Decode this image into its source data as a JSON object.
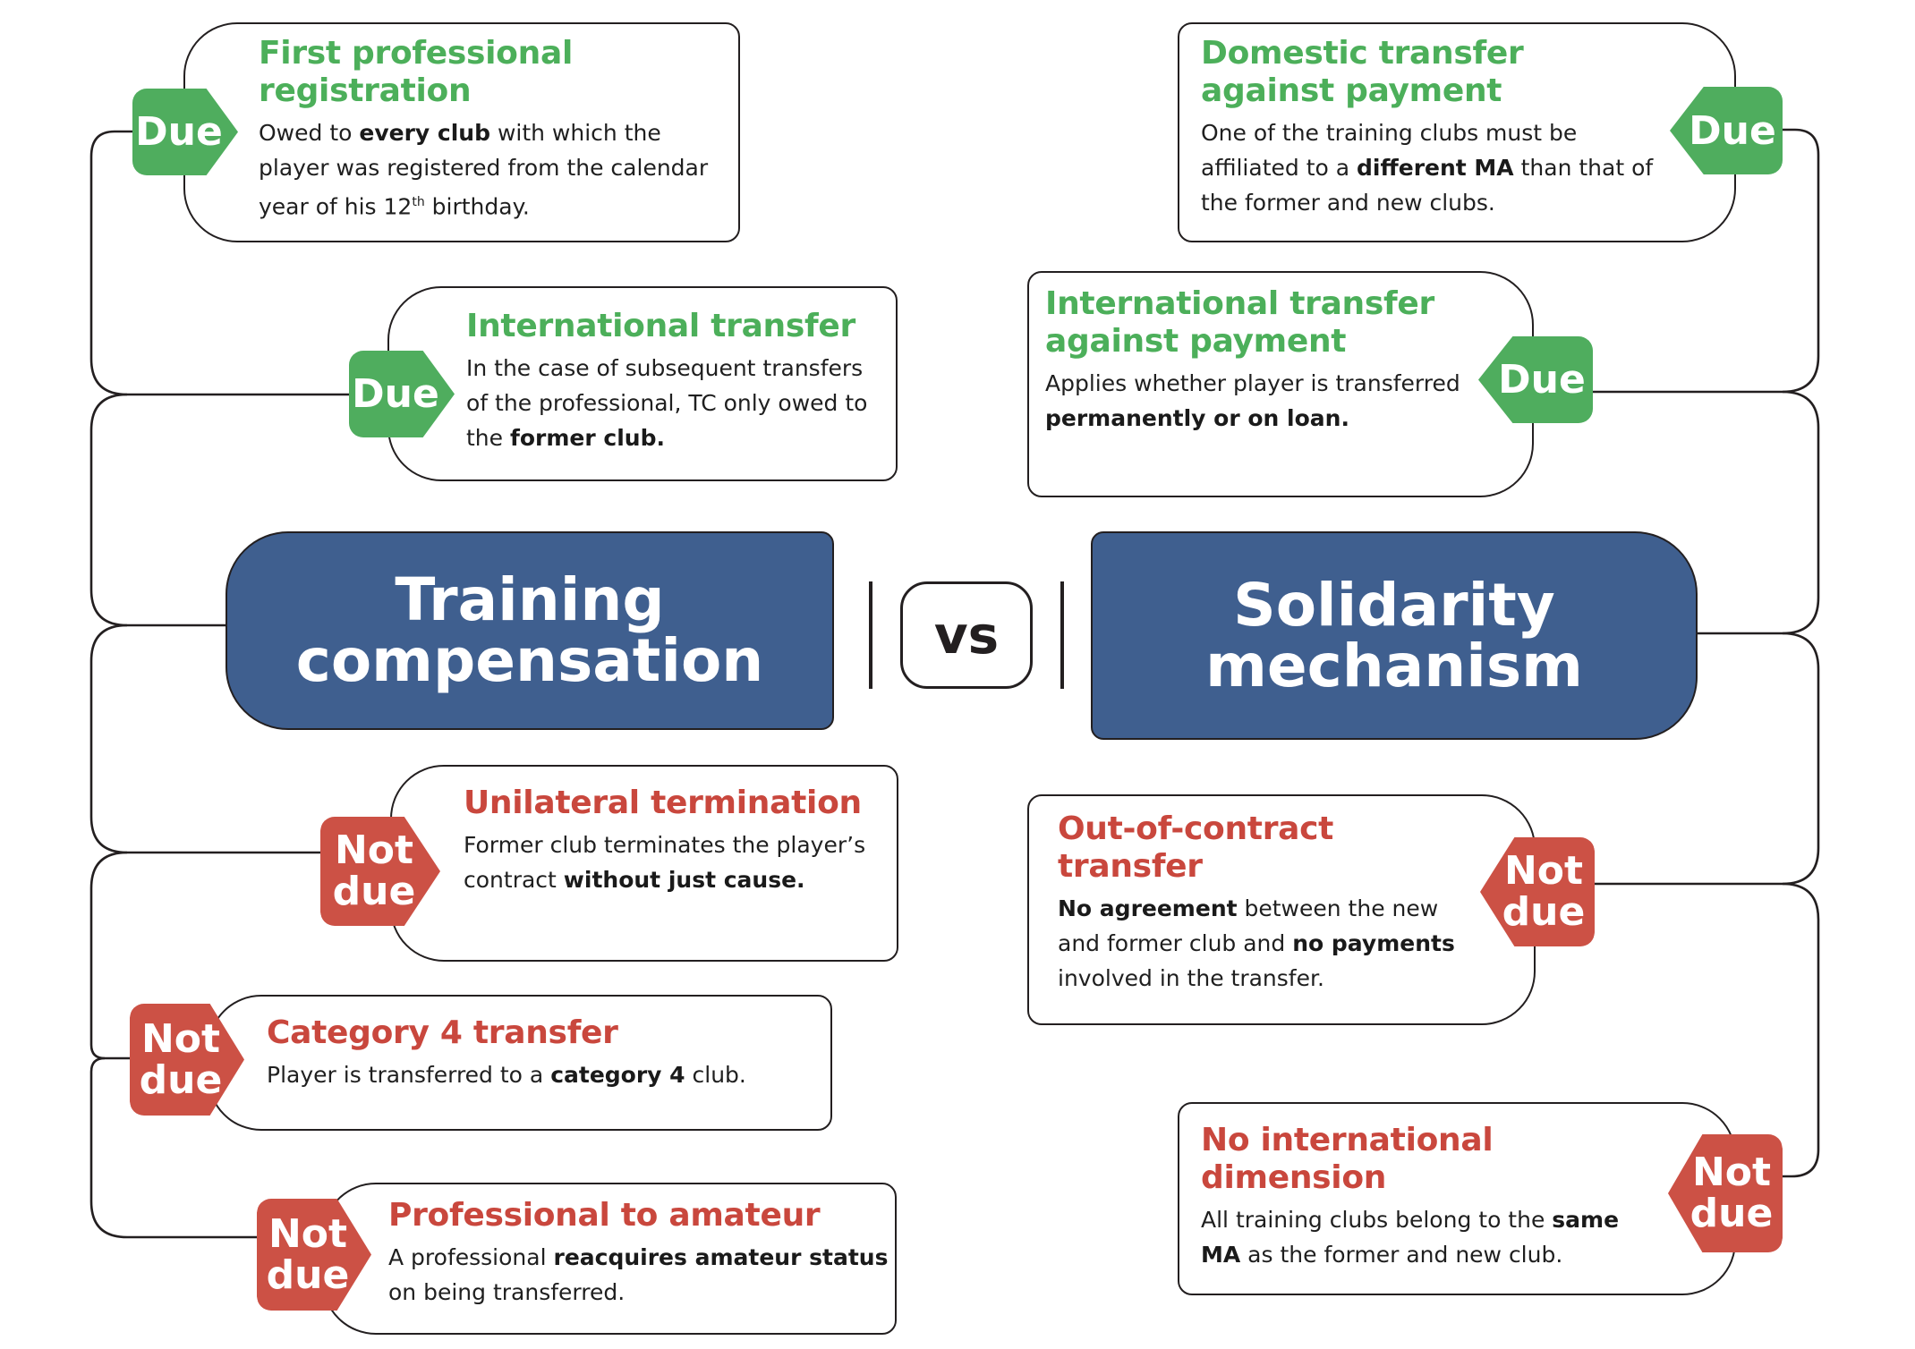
{
  "colors": {
    "due": "#4fad5e",
    "not_due": "#cc5145",
    "main_box": "#3f5f8f",
    "line": "#231f20"
  },
  "center": {
    "left_title": "Training compensation",
    "vs_label": "vs",
    "right_title": "Solidarity mechanism"
  },
  "left": [
    {
      "status": "Due",
      "title": "First professional registration",
      "desc": [
        "Owed to ",
        {
          "b": "every club"
        },
        " with which the player was registered from the calendar year of his 12",
        {
          "sup": "th"
        },
        " birthday."
      ]
    },
    {
      "status": "Due",
      "title": "International transfer",
      "desc": [
        "In the case of subsequent transfers of the professional, TC only owed to the ",
        {
          "b": "former club."
        }
      ]
    },
    {
      "status": "Not due",
      "title": "Unilateral termination",
      "desc": [
        "Former club terminates the player’s contract ",
        {
          "b": "without just cause."
        }
      ]
    },
    {
      "status": "Not due",
      "title": "Category 4 transfer",
      "desc": [
        "Player is transferred to a ",
        {
          "b": "category 4"
        },
        " club."
      ]
    },
    {
      "status": "Not due",
      "title": "Professional to amateur",
      "desc": [
        "A professional ",
        {
          "b": "reacquires amateur status"
        },
        " on being transferred."
      ]
    }
  ],
  "right": [
    {
      "status": "Due",
      "title": "Domestic transfer against payment",
      "desc": [
        "One of the training clubs must be affiliated to a ",
        {
          "b": "different MA"
        },
        " than that of the former and new clubs."
      ]
    },
    {
      "status": "Due",
      "title": "International transfer against payment",
      "desc": [
        "Applies whether player is transferred ",
        {
          "b": "permanently or on loan."
        }
      ]
    },
    {
      "status": "Not due",
      "title": "Out-of-contract transfer",
      "desc": [
        {
          "b": "No agreement"
        },
        " between the new and former club and ",
        {
          "b": "no payments"
        },
        " involved in the transfer."
      ]
    },
    {
      "status": "Not due",
      "title": "No international dimension",
      "desc": [
        "All training clubs belong to the ",
        {
          "b": "same MA"
        },
        " as the former and new club."
      ]
    }
  ]
}
